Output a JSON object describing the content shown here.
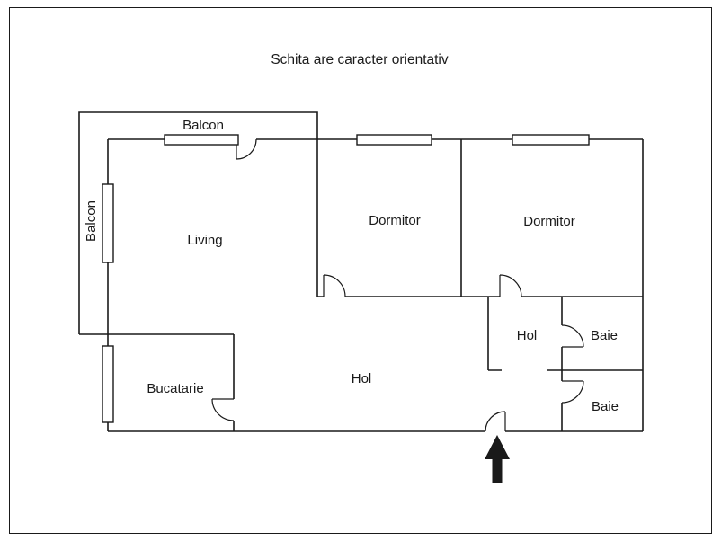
{
  "title": "Schita are caracter orientativ",
  "labels": {
    "balcon_top": "Balcon",
    "balcon_left": "Balcon",
    "living": "Living",
    "dormitor1": "Dormitor",
    "dormitor2": "Dormitor",
    "bucatarie": "Bucatarie",
    "hol_main": "Hol",
    "hol_small": "Hol",
    "baie_top": "Baie",
    "baie_bottom": "Baie"
  },
  "icons": {
    "entrance_arrow": "up-arrow"
  },
  "colors": {
    "ink": "#1a1a1a",
    "background": "#ffffff"
  }
}
